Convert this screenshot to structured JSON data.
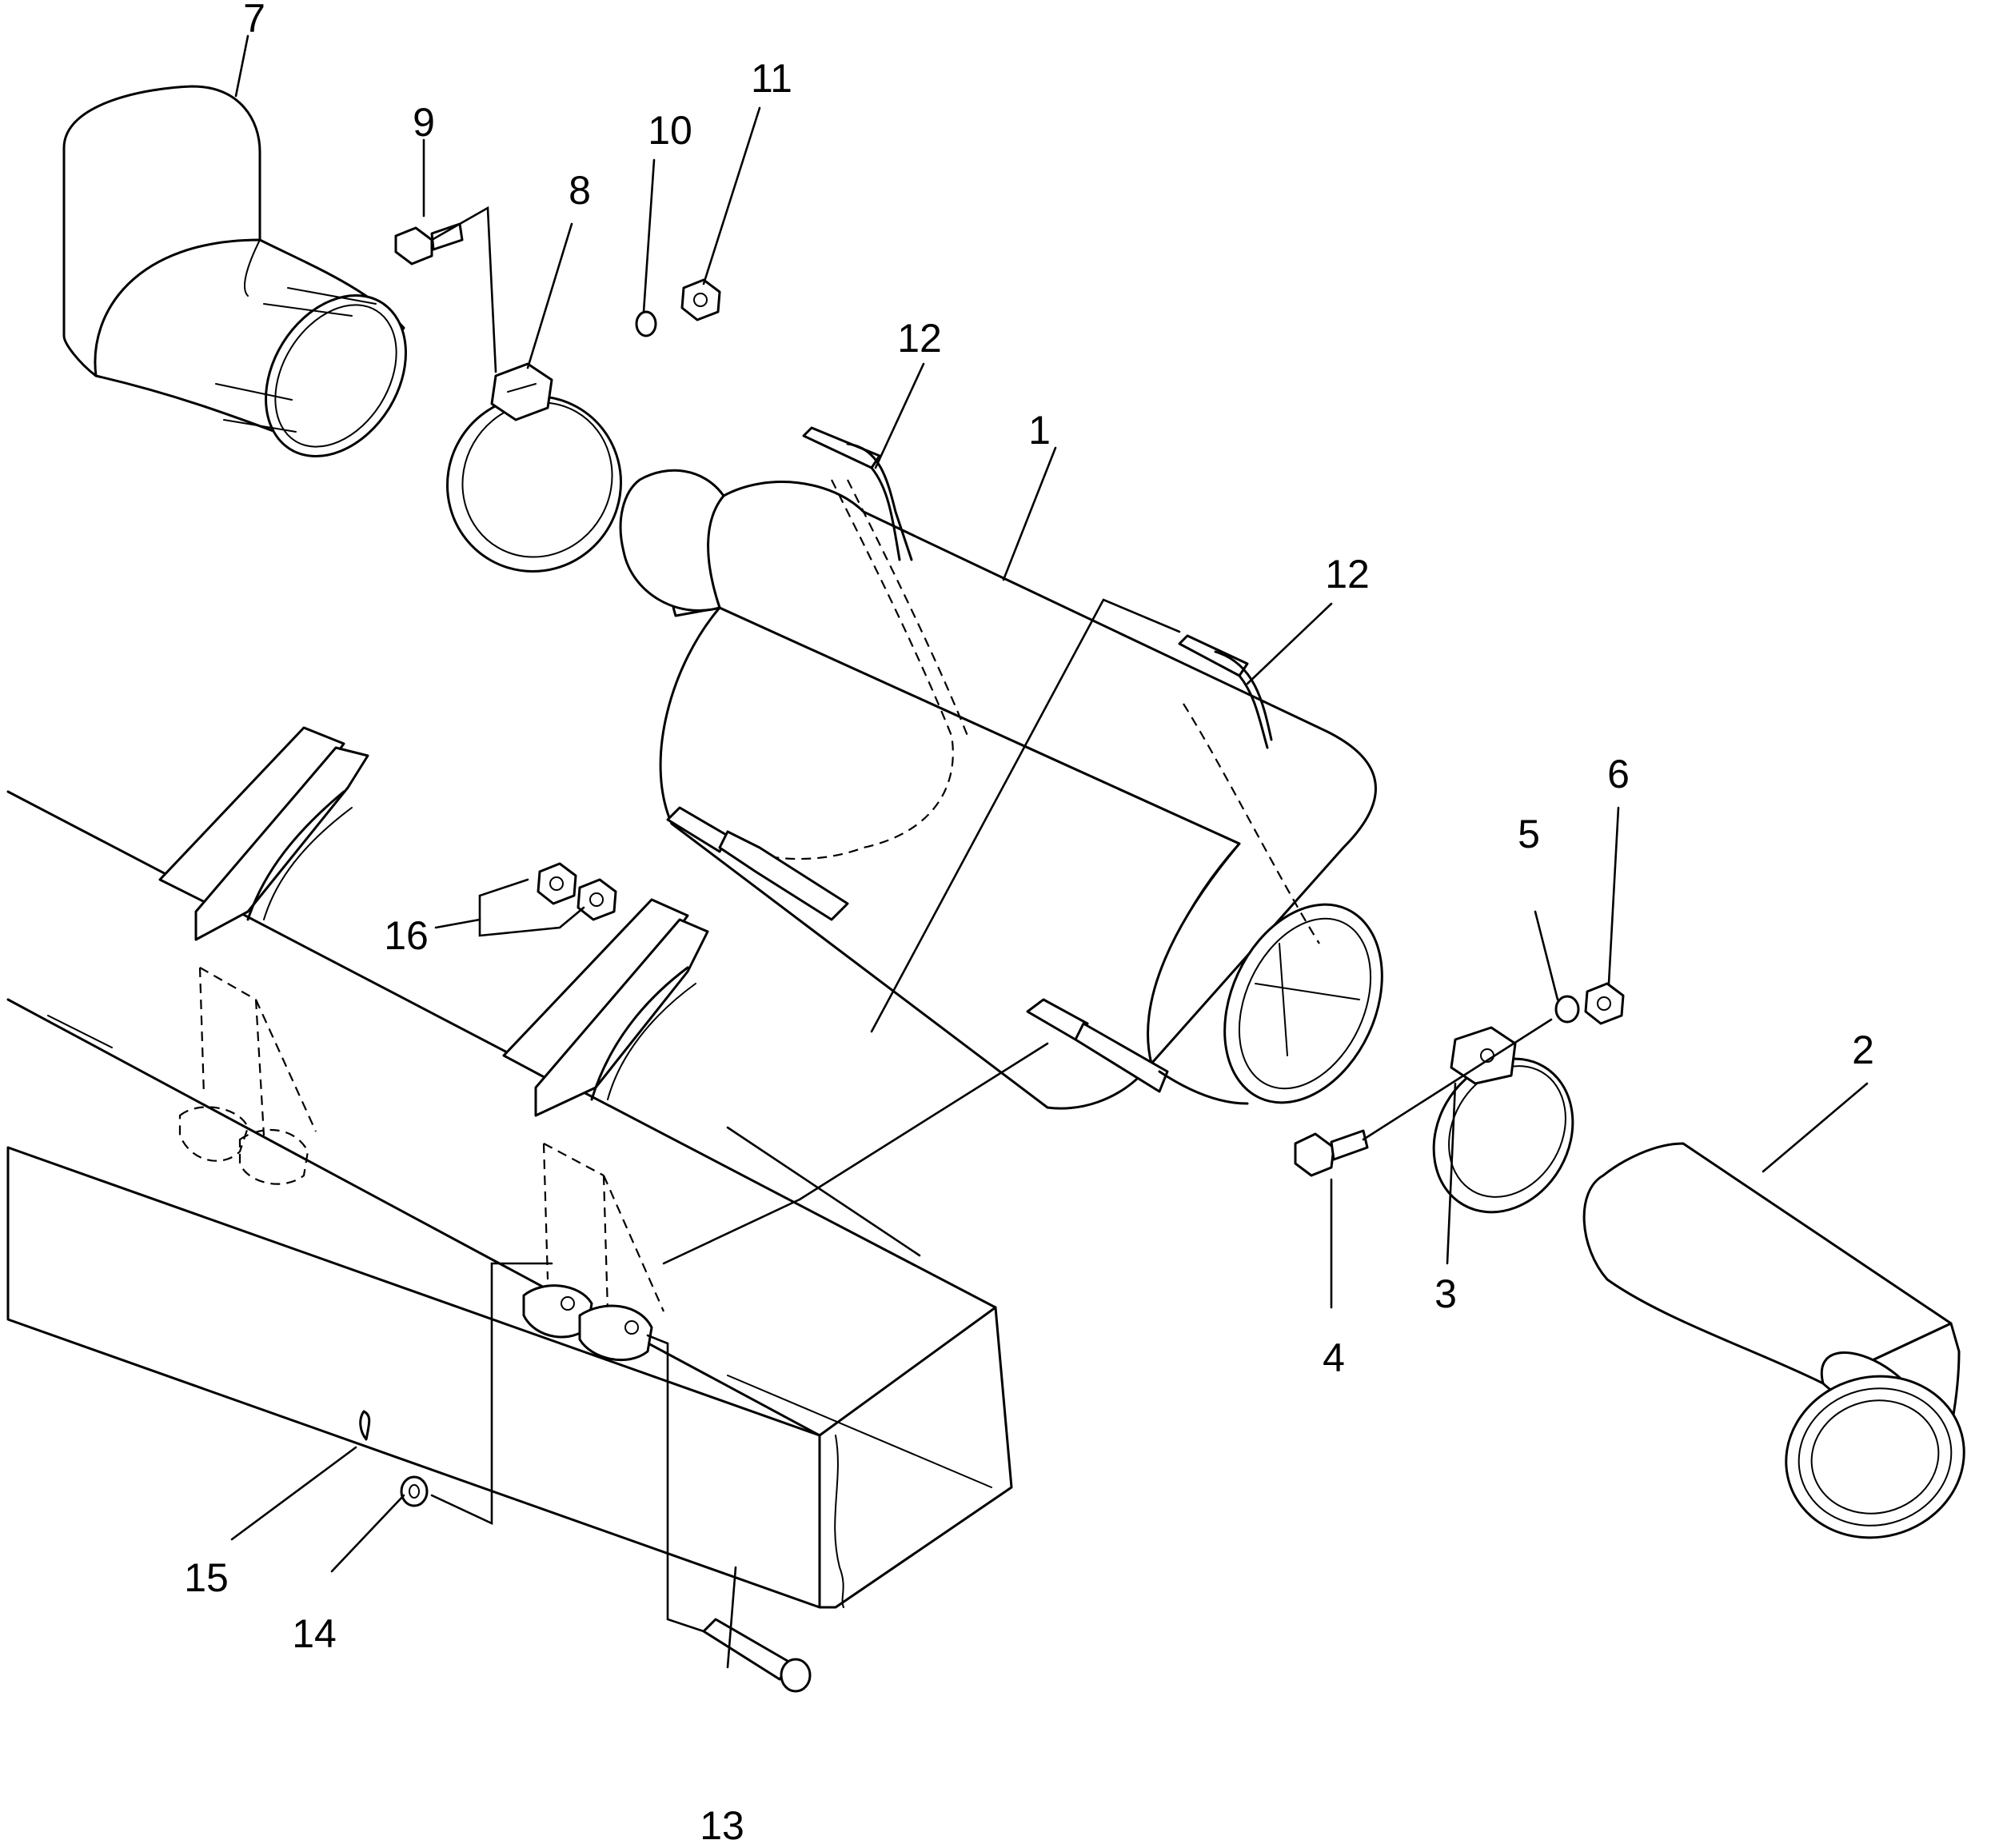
{
  "diagram": {
    "callouts": [
      {
        "id": "c1",
        "label": "1"
      },
      {
        "id": "c2",
        "label": "2"
      },
      {
        "id": "c3",
        "label": "3"
      },
      {
        "id": "c4",
        "label": "4"
      },
      {
        "id": "c5",
        "label": "5"
      },
      {
        "id": "c6",
        "label": "6"
      },
      {
        "id": "c7",
        "label": "7"
      },
      {
        "id": "c8",
        "label": "8"
      },
      {
        "id": "c9",
        "label": "9"
      },
      {
        "id": "c10",
        "label": "10"
      },
      {
        "id": "c11",
        "label": "11"
      },
      {
        "id": "c12a",
        "label": "12"
      },
      {
        "id": "c12b",
        "label": "12"
      },
      {
        "id": "c13",
        "label": "13"
      },
      {
        "id": "c14",
        "label": "14"
      },
      {
        "id": "c15",
        "label": "15"
      },
      {
        "id": "c16",
        "label": "16"
      }
    ]
  }
}
